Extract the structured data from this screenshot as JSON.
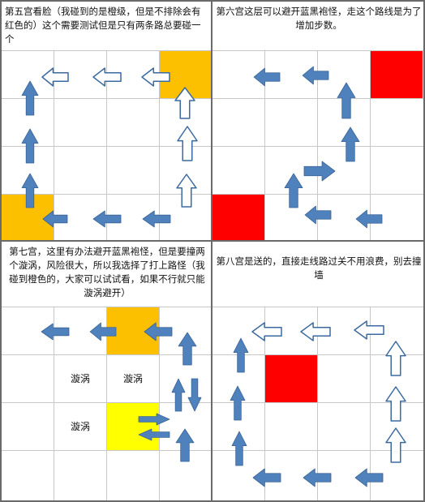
{
  "panels": {
    "p5": {
      "caption": "第五宫看脸（我碰到的是橙级，但是不排除会有红色的）这个需要测试但是只有两条路总要碰一个"
    },
    "p6": {
      "caption": "第六宫这层可以避开蓝黑袍怪，走这个路线是为了增加步数。"
    },
    "p7": {
      "caption": "第七宫，这里有办法避开蓝黑袍怪，但是要撞两个漩涡，风险很大，所以我选择了打上路怪（我碰到橙色的，大家可以试试看，如果不行就只能漩涡避开）"
    },
    "p8": {
      "caption": "第八宫是送的，直接走线路过关不用浪费，别去撞墙"
    }
  },
  "vortex_label": "漩涡",
  "colors": {
    "orange": "#fdc000",
    "red": "#ff0000",
    "yellow": "#ffff00",
    "arrow_blue": "#4f81bd",
    "arrow_outline": "#3b6aa0"
  },
  "icons": [
    "arrow-filled-icon",
    "arrow-outline-icon"
  ]
}
